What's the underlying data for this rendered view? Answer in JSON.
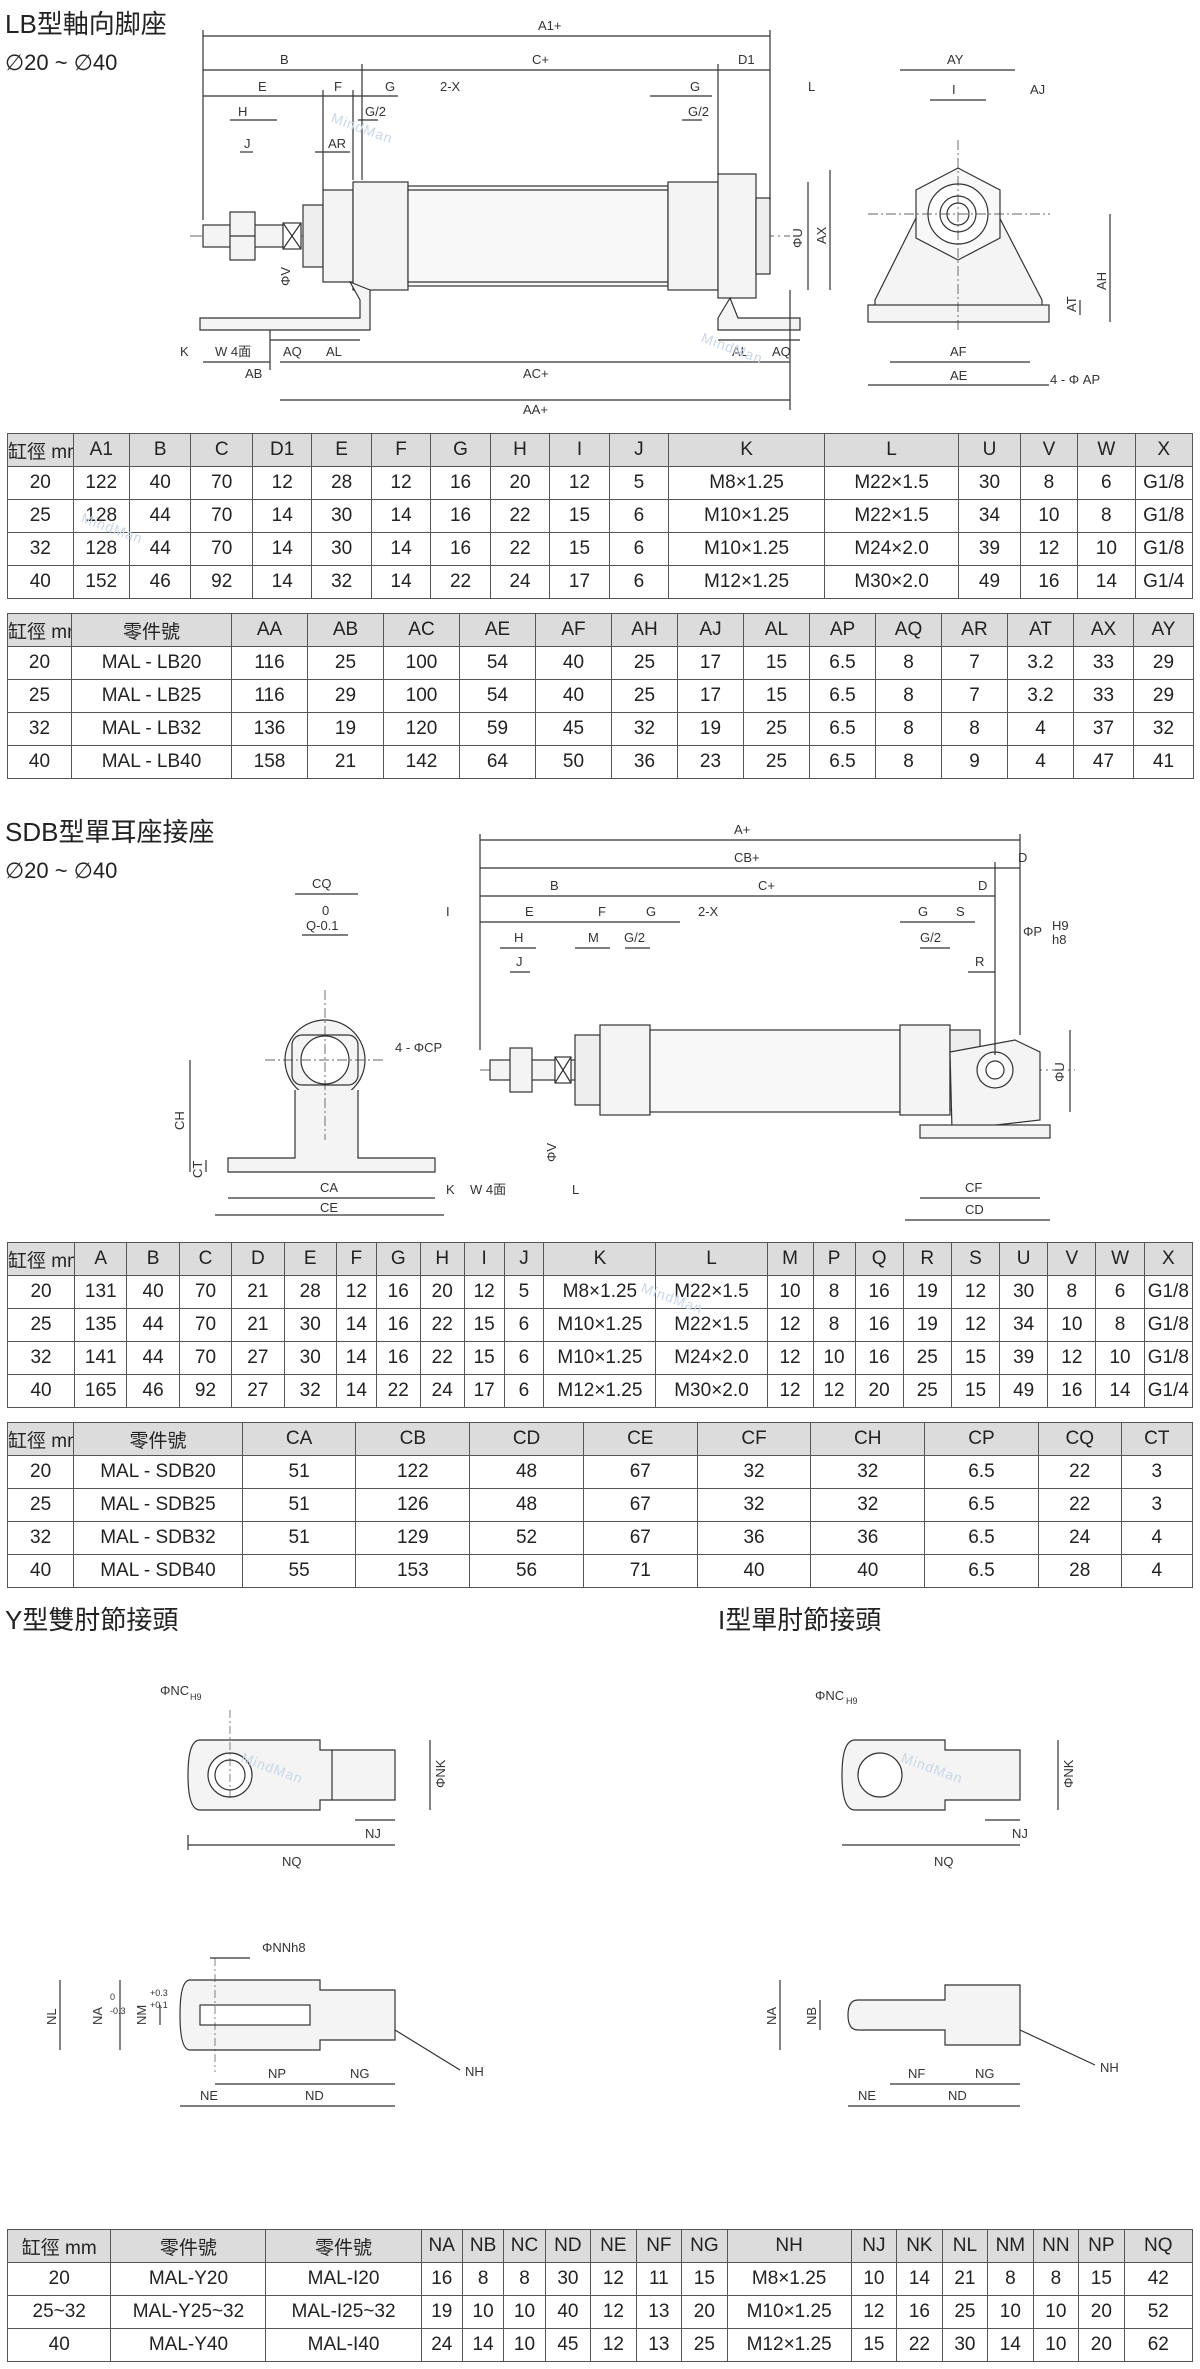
{
  "sections": {
    "lb": {
      "title": "LB型軸向脚座",
      "range": "∅20 ~ ∅40"
    },
    "sdb": {
      "title": "SDB型單耳座接座",
      "range": "∅20 ~ ∅40"
    },
    "y": {
      "title": "Y型雙肘節接頭"
    },
    "i": {
      "title": "I型單肘節接頭"
    }
  },
  "lb_diagram_labels": [
    "A1+",
    "B",
    "C+",
    "D1",
    "E",
    "F",
    "G",
    "G/2",
    "2-X",
    "H",
    "J",
    "AR",
    "G",
    "G/2",
    "L",
    "ΦU",
    "AX",
    "K",
    "W 4面",
    "ΦV",
    "AQ",
    "AL",
    "AB",
    "AC+",
    "AA+",
    "AL",
    "AQ",
    "AY",
    "I",
    "AJ",
    "AT",
    "AH",
    "AF",
    "AE",
    "4 - Φ AP"
  ],
  "sdb_diagram_labels": [
    "A+",
    "CB+",
    "D",
    "B",
    "C+",
    "E",
    "F",
    "G",
    "2-X",
    "G",
    "S",
    "D",
    "H",
    "M",
    "G/2",
    "J",
    "G/2",
    "R",
    "I",
    "ΦP",
    "H9",
    "h8",
    "ΦU",
    "CQ",
    "Q-0.1",
    "0",
    "4 - ΦCP",
    "CH",
    "CT",
    "CA",
    "CE",
    "K",
    "W 4面",
    "ΦV",
    "L",
    "CF",
    "CD"
  ],
  "y_diagram_labels": [
    "ΦNC",
    "H9",
    "ΦNK",
    "NJ",
    "NQ",
    "ΦNNh8",
    "NL",
    "NA",
    "0",
    "-0.3",
    "NM",
    "+0.3",
    "+0.1",
    "NP",
    "NG",
    "NH",
    "NE",
    "ND"
  ],
  "i_diagram_labels": [
    "ΦNC",
    "H9",
    "ΦNK",
    "NJ",
    "NQ",
    "NA",
    "NB",
    "NF",
    "NG",
    "NH",
    "NE",
    "ND"
  ],
  "lb_table1": {
    "header": [
      "缸徑 mm",
      "A1",
      "B",
      "C",
      "D1",
      "E",
      "F",
      "G",
      "H",
      "I",
      "J",
      "K",
      "L",
      "U",
      "V",
      "W",
      "X"
    ],
    "rows": [
      [
        "20",
        "122",
        "40",
        "70",
        "12",
        "28",
        "12",
        "16",
        "20",
        "12",
        "5",
        "M8×1.25",
        "M22×1.5",
        "30",
        "8",
        "6",
        "G1/8"
      ],
      [
        "25",
        "128",
        "44",
        "70",
        "14",
        "30",
        "14",
        "16",
        "22",
        "15",
        "6",
        "M10×1.25",
        "M22×1.5",
        "34",
        "10",
        "8",
        "G1/8"
      ],
      [
        "32",
        "128",
        "44",
        "70",
        "14",
        "30",
        "14",
        "16",
        "22",
        "15",
        "6",
        "M10×1.25",
        "M24×2.0",
        "39",
        "12",
        "10",
        "G1/8"
      ],
      [
        "40",
        "152",
        "46",
        "92",
        "14",
        "32",
        "14",
        "22",
        "24",
        "17",
        "6",
        "M12×1.25",
        "M30×2.0",
        "49",
        "16",
        "14",
        "G1/4"
      ]
    ]
  },
  "lb_table2": {
    "header": [
      "缸徑 mm",
      "零件號",
      "AA",
      "AB",
      "AC",
      "AE",
      "AF",
      "AH",
      "AJ",
      "AL",
      "AP",
      "AQ",
      "AR",
      "AT",
      "AX",
      "AY"
    ],
    "rows": [
      [
        "20",
        "MAL - LB20",
        "116",
        "25",
        "100",
        "54",
        "40",
        "25",
        "17",
        "15",
        "6.5",
        "8",
        "7",
        "3.2",
        "33",
        "29"
      ],
      [
        "25",
        "MAL - LB25",
        "116",
        "29",
        "100",
        "54",
        "40",
        "25",
        "17",
        "15",
        "6.5",
        "8",
        "7",
        "3.2",
        "33",
        "29"
      ],
      [
        "32",
        "MAL - LB32",
        "136",
        "19",
        "120",
        "59",
        "45",
        "32",
        "19",
        "25",
        "6.5",
        "8",
        "8",
        "4",
        "37",
        "32"
      ],
      [
        "40",
        "MAL - LB40",
        "158",
        "21",
        "142",
        "64",
        "50",
        "36",
        "23",
        "25",
        "6.5",
        "8",
        "9",
        "4",
        "47",
        "41"
      ]
    ]
  },
  "sdb_table1": {
    "header": [
      "缸徑 mm",
      "A",
      "B",
      "C",
      "D",
      "E",
      "F",
      "G",
      "H",
      "I",
      "J",
      "K",
      "L",
      "M",
      "P",
      "Q",
      "R",
      "S",
      "U",
      "V",
      "W",
      "X"
    ],
    "rows": [
      [
        "20",
        "131",
        "40",
        "70",
        "21",
        "28",
        "12",
        "16",
        "20",
        "12",
        "5",
        "M8×1.25",
        "M22×1.5",
        "10",
        "8",
        "16",
        "19",
        "12",
        "30",
        "8",
        "6",
        "G1/8"
      ],
      [
        "25",
        "135",
        "44",
        "70",
        "21",
        "30",
        "14",
        "16",
        "22",
        "15",
        "6",
        "M10×1.25",
        "M22×1.5",
        "12",
        "8",
        "16",
        "19",
        "12",
        "34",
        "10",
        "8",
        "G1/8"
      ],
      [
        "32",
        "141",
        "44",
        "70",
        "27",
        "30",
        "14",
        "16",
        "22",
        "15",
        "6",
        "M10×1.25",
        "M24×2.0",
        "12",
        "10",
        "16",
        "25",
        "15",
        "39",
        "12",
        "10",
        "G1/8"
      ],
      [
        "40",
        "165",
        "46",
        "92",
        "27",
        "32",
        "14",
        "22",
        "24",
        "17",
        "6",
        "M12×1.25",
        "M30×2.0",
        "12",
        "12",
        "20",
        "25",
        "15",
        "49",
        "16",
        "14",
        "G1/4"
      ]
    ]
  },
  "sdb_table2": {
    "header": [
      "缸徑 mm",
      "零件號",
      "CA",
      "CB",
      "CD",
      "CE",
      "CF",
      "CH",
      "CP",
      "CQ",
      "CT"
    ],
    "rows": [
      [
        "20",
        "MAL - SDB20",
        "51",
        "122",
        "48",
        "67",
        "32",
        "32",
        "6.5",
        "22",
        "3"
      ],
      [
        "25",
        "MAL - SDB25",
        "51",
        "126",
        "48",
        "67",
        "32",
        "32",
        "6.5",
        "22",
        "3"
      ],
      [
        "32",
        "MAL - SDB32",
        "51",
        "129",
        "52",
        "67",
        "36",
        "36",
        "6.5",
        "24",
        "4"
      ],
      [
        "40",
        "MAL - SDB40",
        "55",
        "153",
        "56",
        "71",
        "40",
        "40",
        "6.5",
        "28",
        "4"
      ]
    ]
  },
  "joint_table": {
    "header": [
      "缸徑 mm",
      "零件號",
      "零件號",
      "NA",
      "NB",
      "NC",
      "ND",
      "NE",
      "NF",
      "NG",
      "NH",
      "NJ",
      "NK",
      "NL",
      "NM",
      "NN",
      "NP",
      "NQ"
    ],
    "rows": [
      [
        "20",
        "MAL-Y20",
        "MAL-I20",
        "16",
        "8",
        "8",
        "30",
        "12",
        "11",
        "15",
        "M8×1.25",
        "10",
        "14",
        "21",
        "8",
        "8",
        "15",
        "42"
      ],
      [
        "25~32",
        "MAL-Y25~32",
        "MAL-I25~32",
        "19",
        "10",
        "10",
        "40",
        "12",
        "13",
        "20",
        "M10×1.25",
        "12",
        "16",
        "25",
        "10",
        "10",
        "20",
        "52"
      ],
      [
        "40",
        "MAL-Y40",
        "MAL-I40",
        "24",
        "14",
        "10",
        "45",
        "12",
        "13",
        "25",
        "M12×1.25",
        "15",
        "22",
        "30",
        "14",
        "10",
        "20",
        "62"
      ]
    ]
  },
  "watermarks": [
    "MindMan"
  ]
}
